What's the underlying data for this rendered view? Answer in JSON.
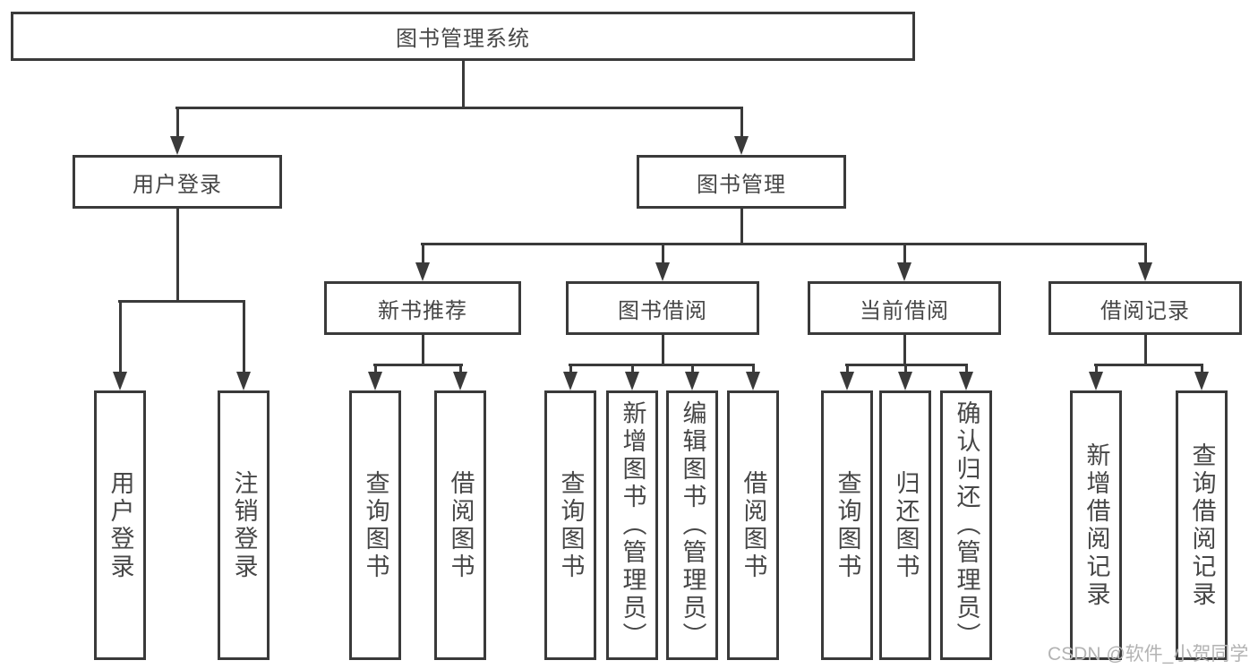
{
  "tree": {
    "title": "图书管理系统",
    "children": [
      {
        "label": "用户登录",
        "children": [
          {
            "label": "用户登录"
          },
          {
            "label": "注销登录"
          }
        ]
      },
      {
        "label": "图书管理",
        "children": [
          {
            "label": "新书推荐",
            "children": [
              {
                "label": "查询图书"
              },
              {
                "label": "借阅图书"
              }
            ]
          },
          {
            "label": "图书借阅",
            "children": [
              {
                "label": "查询图书"
              },
              {
                "label": "新增图书（管理员）"
              },
              {
                "label": "编辑图书（管理员）"
              },
              {
                "label": "借阅图书"
              }
            ]
          },
          {
            "label": "当前借阅",
            "children": [
              {
                "label": "查询图书"
              },
              {
                "label": "归还图书"
              },
              {
                "label": "确认归还（管理员）"
              }
            ]
          },
          {
            "label": "借阅记录",
            "children": [
              {
                "label": "新增借阅记录"
              },
              {
                "label": "查询借阅记录"
              }
            ]
          }
        ]
      }
    ]
  },
  "watermark": "CSDN @软件_小贺同学",
  "colors": {
    "line": "#3a3a3a",
    "box_border": "#3a3a3a",
    "text": "#474747",
    "watermark": "#b3b3b3",
    "background": "#ffffff"
  }
}
